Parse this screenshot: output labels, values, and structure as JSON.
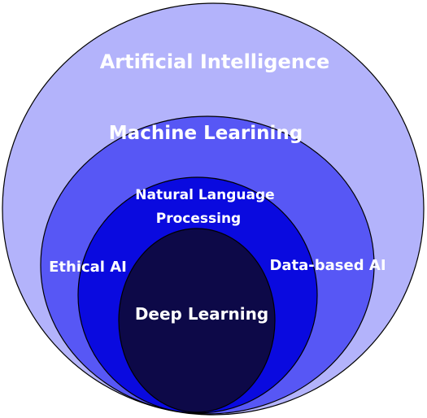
{
  "diagram": {
    "rings": [
      {
        "name": "artificial-intelligence",
        "label": "Artificial Intelligence",
        "fill": "#b3b3fb"
      },
      {
        "name": "machine-learning",
        "label": "Machine Learining",
        "fill": "#5757f5"
      },
      {
        "name": "natural-language-processing",
        "label_line1": "Natural Language",
        "label_line2": "Processing",
        "fill": "#0a0adf"
      },
      {
        "name": "deep-learning",
        "label": "Deep Learning",
        "fill": "#0d0948"
      }
    ],
    "side_labels": {
      "left": "Ethical AI",
      "right": "Data-based AI"
    },
    "outline_color": "#000000"
  }
}
